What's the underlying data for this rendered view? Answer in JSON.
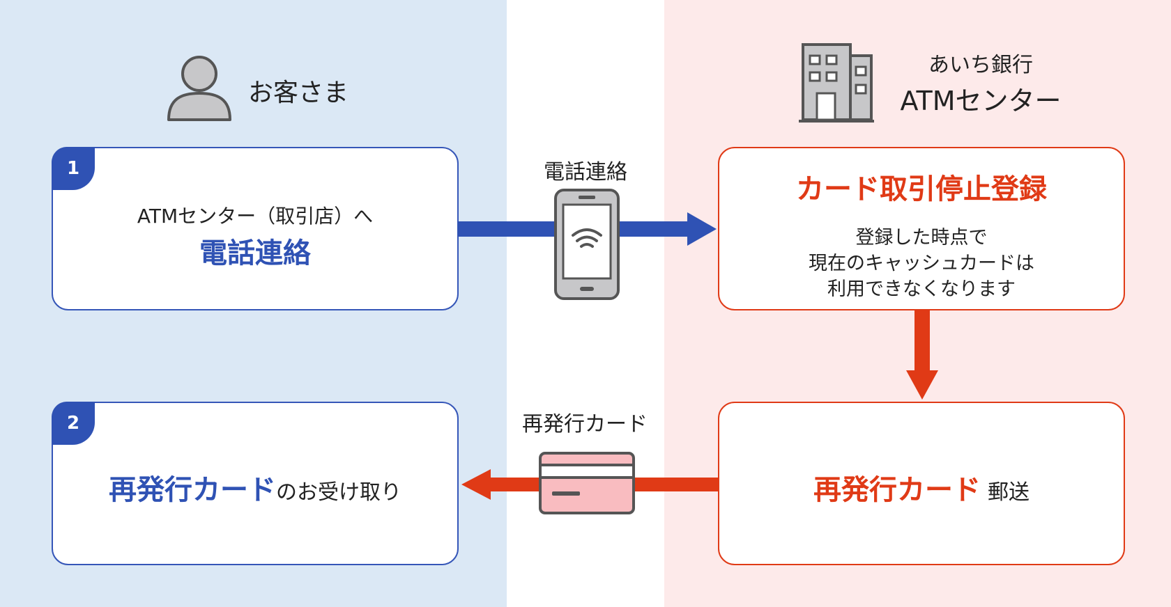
{
  "customer": {
    "label": "お客さま"
  },
  "bank": {
    "line1": "あいち銀行",
    "line2": "ATMセンター"
  },
  "step1": {
    "number": "1",
    "line1": "ATMセンター（取引店）へ",
    "line2": "電話連絡"
  },
  "call_label": "電話連絡",
  "stop_box": {
    "title": "カード取引停止登録",
    "desc1": "登録した時点で",
    "desc2": "現在のキャッシュカードは",
    "desc3": "利用できなくなります"
  },
  "step2": {
    "number": "2",
    "highlight": "再発行カード",
    "rest": "のお受け取り"
  },
  "reissue_label": "再発行カード",
  "mail_box": {
    "highlight": "再発行カード",
    "rest": "郵送"
  },
  "colors": {
    "blue": "#2f52b4",
    "red": "#e03a16",
    "left_bg": "#dbe8f5",
    "right_bg": "#fdeaea"
  }
}
